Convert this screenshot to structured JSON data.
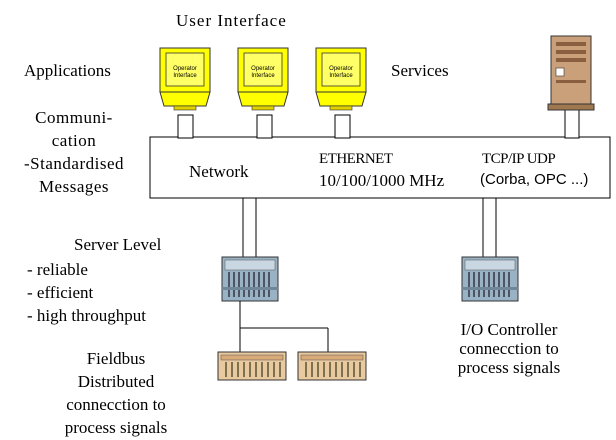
{
  "title": "User Interface",
  "left_labels": {
    "applications": "Applications",
    "communication": [
      "Communi-",
      "cation",
      "-Standardised",
      "Messages"
    ],
    "server_level": "Server Level",
    "server_bullets": [
      "- reliable",
      "- efficient",
      "- high throughput"
    ],
    "fieldbus": [
      "Fieldbus",
      "Distributed",
      "connecction to",
      "process signals"
    ]
  },
  "services": "Services",
  "terminal_label": [
    "Operator",
    "Interface"
  ],
  "network": {
    "label": "Network",
    "ethernet": "ETHERNET",
    "speed": "10/100/1000 MHz",
    "protocols": "TCP/IP  UDP",
    "middleware": "(Corba, OPC ...)"
  },
  "io_controller": [
    "I/O Controller",
    "connecction to",
    "process signals"
  ],
  "colors": {
    "terminal_fill": "#ffff00",
    "rack_fill": "#9ab3c4",
    "field_fill": "#e9c9a0",
    "server_fill": "#c9a07a"
  }
}
